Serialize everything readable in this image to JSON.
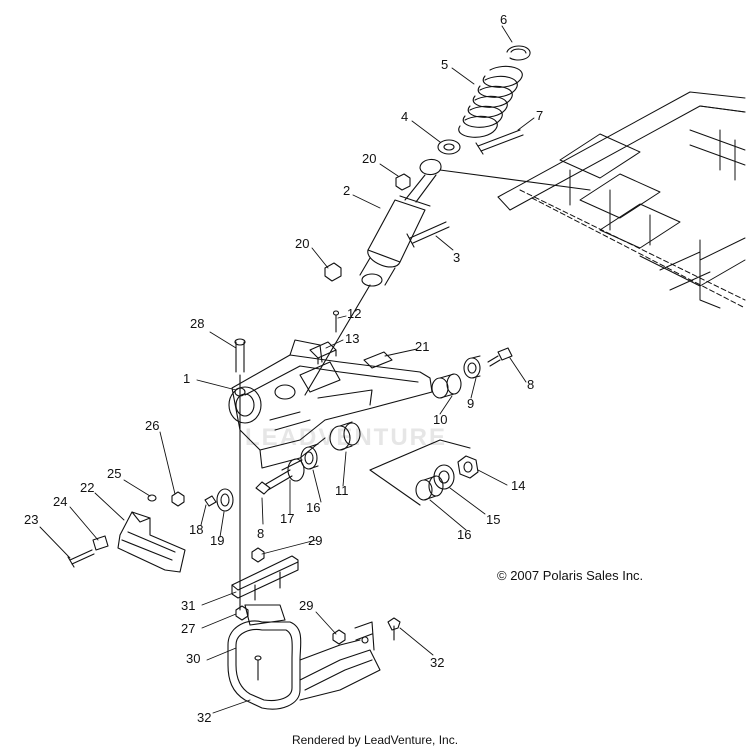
{
  "copyright": "© 2007 Polaris Sales Inc.",
  "footer": "Rendered by LeadVenture, Inc.",
  "watermark": "LEADVENTURE",
  "callouts": [
    {
      "id": "1",
      "label": "1"
    },
    {
      "id": "2",
      "label": "2"
    },
    {
      "id": "3",
      "label": "3"
    },
    {
      "id": "4",
      "label": "4"
    },
    {
      "id": "5",
      "label": "5"
    },
    {
      "id": "6",
      "label": "6"
    },
    {
      "id": "7",
      "label": "7"
    },
    {
      "id": "8a",
      "label": "8"
    },
    {
      "id": "8b",
      "label": "8"
    },
    {
      "id": "9",
      "label": "9"
    },
    {
      "id": "10",
      "label": "10"
    },
    {
      "id": "11",
      "label": "11"
    },
    {
      "id": "12",
      "label": "12"
    },
    {
      "id": "13",
      "label": "13"
    },
    {
      "id": "14",
      "label": "14"
    },
    {
      "id": "15",
      "label": "15"
    },
    {
      "id": "16a",
      "label": "16"
    },
    {
      "id": "16b",
      "label": "16"
    },
    {
      "id": "17",
      "label": "17"
    },
    {
      "id": "18",
      "label": "18"
    },
    {
      "id": "19",
      "label": "19"
    },
    {
      "id": "20a",
      "label": "20"
    },
    {
      "id": "20b",
      "label": "20"
    },
    {
      "id": "21",
      "label": "21"
    },
    {
      "id": "22",
      "label": "22"
    },
    {
      "id": "23",
      "label": "23"
    },
    {
      "id": "24",
      "label": "24"
    },
    {
      "id": "25",
      "label": "25"
    },
    {
      "id": "26",
      "label": "26"
    },
    {
      "id": "27",
      "label": "27"
    },
    {
      "id": "28",
      "label": "28"
    },
    {
      "id": "29a",
      "label": "29"
    },
    {
      "id": "29b",
      "label": "29"
    },
    {
      "id": "30",
      "label": "30"
    },
    {
      "id": "31",
      "label": "31"
    },
    {
      "id": "32a",
      "label": "32"
    },
    {
      "id": "32b",
      "label": "32"
    }
  ]
}
